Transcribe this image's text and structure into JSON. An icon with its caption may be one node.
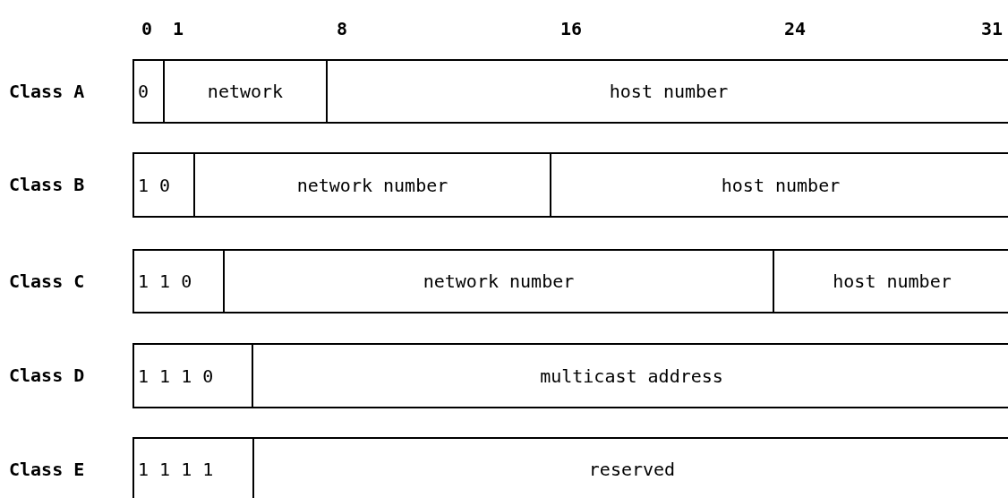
{
  "diagram": {
    "nodes": [
      {
        "text": [
          "0"
        ]
      },
      {
        "text": [
          "network"
        ]
      },
      {
        "text": [
          "host number"
        ]
      },
      {
        "text": [
          "1 0"
        ]
      },
      {
        "text": [
          "network number"
        ]
      },
      {
        "text": [
          "host number"
        ]
      },
      {
        "text": [
          "1 1 0"
        ]
      },
      {
        "text": [
          "network number"
        ]
      },
      {
        "text": [
          "host number"
        ]
      },
      {
        "text": [
          "1 1 1 0"
        ]
      },
      {
        "text": [
          "multicast address"
        ]
      },
      {
        "text": [
          "1 1 1 1"
        ]
      },
      {
        "text": [
          "reserved"
        ]
      }
    ],
    "labels": [
      "0",
      "1",
      "8",
      "16",
      "24",
      "31",
      "Class A",
      "Class B",
      "Class C",
      "Class D",
      "Class E"
    ]
  }
}
